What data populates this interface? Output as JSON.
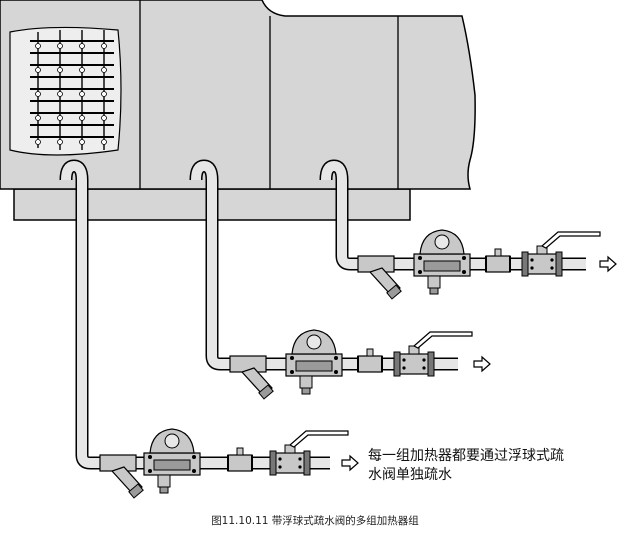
{
  "note": {
    "line1": "每一组加热器都要通过浮球式疏",
    "line2": "水阀单独疏水"
  },
  "caption": "图11.10.11  带浮球式疏水阀的多组加热器组",
  "colors": {
    "housing": "#d6d6d6",
    "pipe": "#e6e6e6",
    "valve_body": "#c8c8c8",
    "outline": "#000000"
  },
  "icons": {
    "flow_arrow": "hollow-right-arrow",
    "trap": "float-trap",
    "strainer": "y-strainer",
    "ball_valve": "ball-valve",
    "check_valve": "check-valve"
  }
}
